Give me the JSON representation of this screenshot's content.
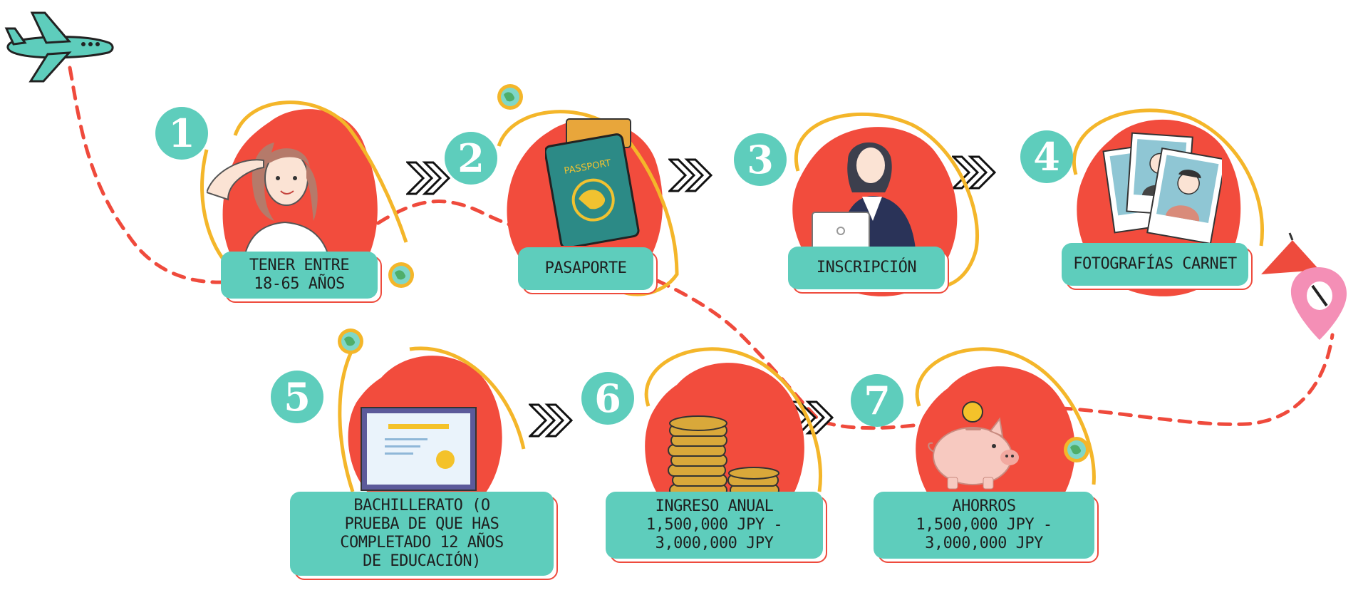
{
  "colors": {
    "teal": "#5ecdbc",
    "red_blob": "#f24c3d",
    "yellow_ring": "#f4b62a",
    "path_dash": "#ef4a3c",
    "pin": "#f48fb6",
    "plane": "#5ecdbc"
  },
  "steps": [
    {
      "number": "1",
      "label": "TENER ENTRE\n18-65 AÑOS",
      "icon": "woman-icon"
    },
    {
      "number": "2",
      "label": "PASAPORTE",
      "icon": "passport-icon",
      "passport_text": "PASSPORT"
    },
    {
      "number": "3",
      "label": "INSCRIPCIÓN",
      "icon": "laptop-woman-icon"
    },
    {
      "number": "4",
      "label": "FOTOGRAFÍAS CARNET",
      "icon": "photos-icon"
    },
    {
      "number": "5",
      "label": "BACHILLERATO (O\nPRUEBA DE QUE HAS\nCOMPLETADO 12 AÑOS\nDE EDUCACIÓN)",
      "icon": "certificate-icon"
    },
    {
      "number": "6",
      "label": "INGRESO ANUAL\n1,500,000 JPY -\n3,000,000 JPY",
      "icon": "coins-icon"
    },
    {
      "number": "7",
      "label": "AHORROS\n1,500,000 JPY -\n3,000,000 JPY",
      "icon": "piggy-bank-icon"
    }
  ]
}
